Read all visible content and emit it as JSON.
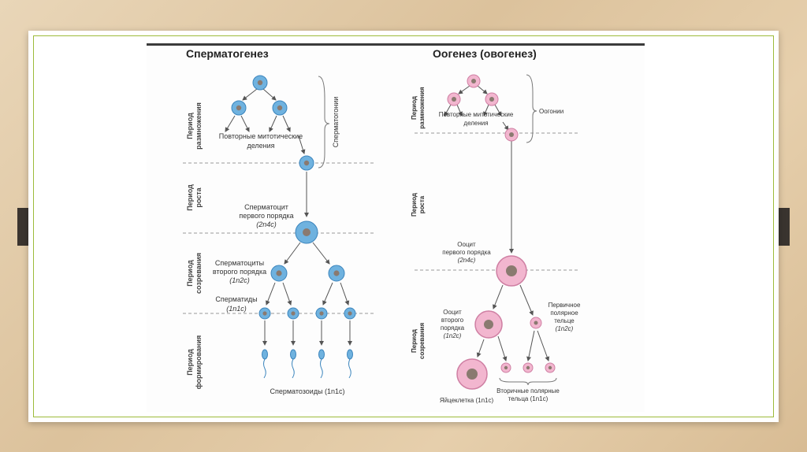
{
  "spermatogenesis": {
    "title": "Сперматогенез",
    "period_reproduction": [
      "Период",
      "размножения"
    ],
    "period_growth": [
      "Период",
      "роста"
    ],
    "period_maturation": [
      "Период",
      "созревания"
    ],
    "period_formation": [
      "Период",
      "формирования"
    ],
    "spermatogonia": "Сперматогонии",
    "mitotic_divisions": [
      "Повторные митотические",
      "деления"
    ],
    "primary_spermatocyte": [
      "Сперматоцит",
      "первого порядка",
      "(2n4c)"
    ],
    "secondary_spermatocytes": [
      "Сперматоциты",
      "второго порядка",
      "(1n2c)"
    ],
    "spermatids": [
      "Сперматиды",
      "(1n1c)"
    ],
    "spermatozoa": "Сперматозоиды (1n1c)"
  },
  "oogenesis": {
    "title": "Оогенез (овогенез)",
    "period_reproduction": [
      "Период",
      "размножения"
    ],
    "period_growth": [
      "Период",
      "роста"
    ],
    "period_maturation": [
      "Период",
      "созревания"
    ],
    "oogonia": "Оогонии",
    "mitotic_divisions": [
      "Повторные митотические",
      "деления"
    ],
    "primary_oocyte": [
      "Ооцит",
      "первого порядка",
      "(2n4c)"
    ],
    "secondary_oocyte": [
      "Ооцит",
      "второго",
      "порядка",
      "(1n2c)"
    ],
    "primary_polar_body": [
      "Первичное",
      "полярное",
      "тельце",
      "(1n2c)"
    ],
    "egg_cell": "Яйцеклетка (1n1c)",
    "secondary_polar_bodies": [
      "Вторичные полярные",
      "тельца (1n1c)"
    ]
  },
  "colors": {
    "blue_cell": "#6fb2df",
    "blue_stroke": "#3c85bd",
    "pink_cell": "#f2b6cf",
    "pink_stroke": "#cf7fa3",
    "nucleus": "#8a7a70",
    "accent_border": "#9dbb3a"
  }
}
